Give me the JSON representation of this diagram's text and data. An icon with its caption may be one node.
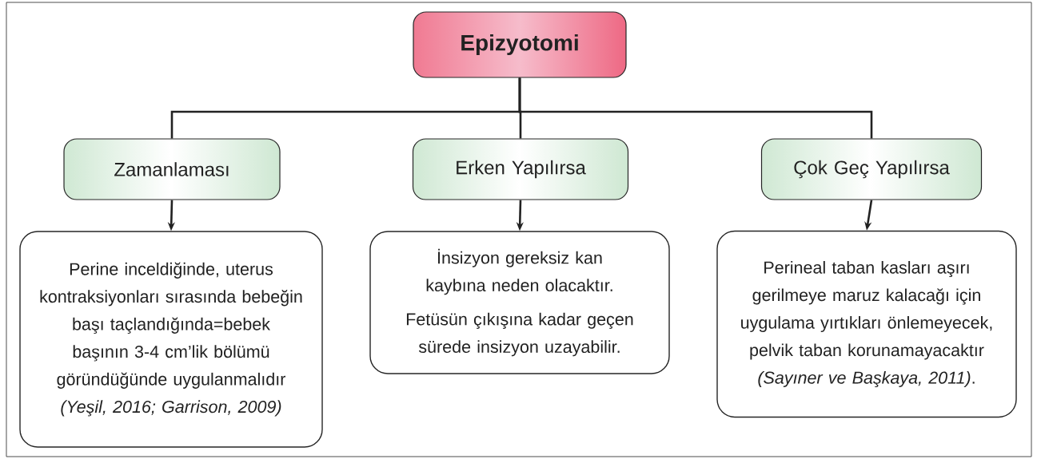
{
  "diagram": {
    "nodes": [
      {
        "text": [
          "Epizyotomi"
        ]
      },
      {
        "text": [
          "Zamanlaması"
        ]
      },
      {
        "text": [
          "Erken Yapılırsa"
        ]
      },
      {
        "text": [
          "Çok Geç Yapılırsa"
        ]
      },
      {
        "text": [
          "Perine inceldiğinde, uterus kontraksiyonları sırasında bebeğin başı taçlandığında=bebek başının 3-4 cm’lik bölümü göründüğünde uygulanmalıdır *(Yeşil, 2016; Garrison, 2009)*"
        ]
      },
      {
        "text": [
          "İnsizyon gereksiz kan kaybına neden olacaktır.",
          "Fetüsün çıkışına kadar geçen sürede insizyon uzayabilir."
        ]
      },
      {
        "text": [
          "Perineal taban kasları aşırı gerilmeye maruz kalacağı için uygulama yırtıkları önlemeyecek, pelvik taban korunamayacaktır *(Sayıner ve Başkaya, 2011)*."
        ]
      }
    ],
    "edges": [
      {
        "from": 0,
        "to": 1,
        "arrow": "none"
      },
      {
        "from": 0,
        "to": 2,
        "arrow": "none"
      },
      {
        "from": 0,
        "to": 3,
        "arrow": "none"
      },
      {
        "from": 1,
        "to": 4,
        "arrow": "to"
      },
      {
        "from": 2,
        "to": 5,
        "arrow": "to"
      },
      {
        "from": 3,
        "to": 6,
        "arrow": "to"
      }
    ]
  }
}
